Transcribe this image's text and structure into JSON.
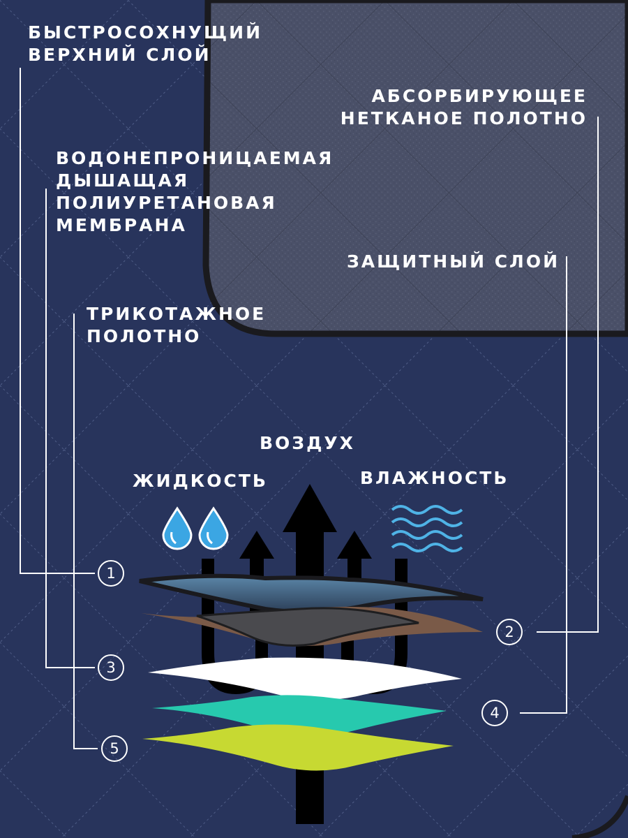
{
  "layers": [
    {
      "id": "1",
      "lines": [
        "БЫСТРОСОХНУЩИЙ",
        "ВЕРХНИЙ СЛОЙ"
      ]
    },
    {
      "id": "2",
      "lines": [
        "АБСОРБИРУЮЩЕЕ",
        "НЕТКАНОЕ ПОЛОТНО"
      ]
    },
    {
      "id": "3",
      "lines": [
        "ВОДОНЕПРОНИЦАЕМАЯ",
        "ДЫШАЩАЯ",
        "ПОЛИУРЕТАНОВАЯ",
        "МЕМБРАНА"
      ]
    },
    {
      "id": "4",
      "lines": [
        "ЗАЩИТНЫЙ СЛОЙ"
      ]
    },
    {
      "id": "5",
      "lines": [
        "ТРИКОТАЖНОЕ",
        "ПОЛОТНО"
      ]
    }
  ],
  "flow": {
    "air": "ВОЗДУХ",
    "liquid": "ЖИДКОСТЬ",
    "moisture": "ВЛАЖНОСТЬ"
  },
  "colors": {
    "quilt": "#2c3a64",
    "felt": "#4a5068",
    "layer_top": "#4a6f8e",
    "layer_brown": "#7a5a48",
    "layer_gray": "#4a4a4e",
    "layer_white": "#ffffff",
    "layer_teal": "#27c9ae",
    "layer_yellow": "#c7d932",
    "drop": "#3ba6e3",
    "wave": "#4fb3e6"
  },
  "icons": [
    "water-drop-icon",
    "wave-icon",
    "arrow-up-icon"
  ]
}
